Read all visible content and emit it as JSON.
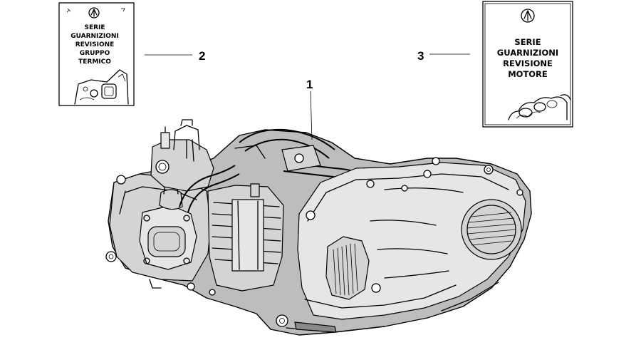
{
  "callouts": [
    {
      "number": "1",
      "part": "engine-assembly"
    },
    {
      "number": "2",
      "part": "cylinder-gasket-kit"
    },
    {
      "number": "3",
      "part": "engine-gasket-kit"
    }
  ],
  "kit_small": {
    "lines": [
      "SERIE",
      "GUARNIZIONI",
      "REVISIONE",
      "GRUPPO",
      "TERMICO"
    ]
  },
  "kit_large": {
    "lines": [
      "SERIE",
      "GUARNIZIONI",
      "REVISIONE",
      "MOTORE"
    ]
  },
  "icons": {
    "kit_logo": "piaggio-logo-icon",
    "engine": "scooter-engine-drawing"
  }
}
